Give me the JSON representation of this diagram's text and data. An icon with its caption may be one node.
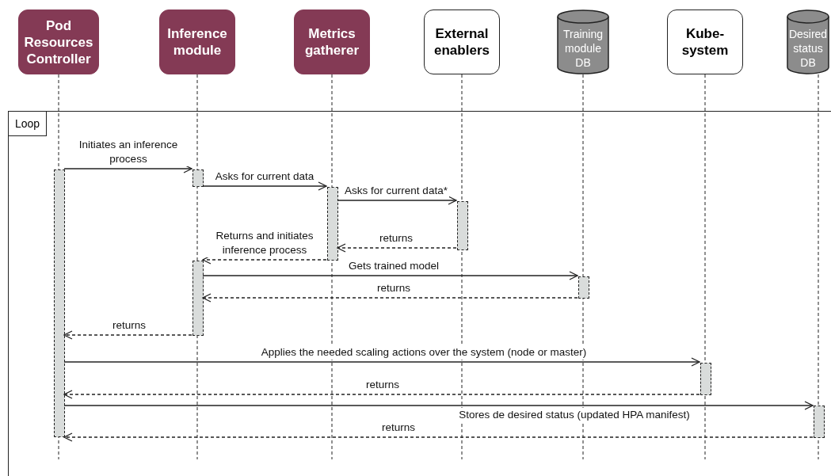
{
  "diagram": {
    "nodes": [
      {
        "text": [
          "Pod Resources Controller"
        ]
      },
      {
        "text": [
          "Inference module"
        ]
      },
      {
        "text": [
          "Metrics gatherer"
        ]
      },
      {
        "text": [
          "External enablers"
        ]
      },
      {
        "text": [
          "Training module DB"
        ]
      },
      {
        "text": [
          "Kube-system"
        ]
      },
      {
        "text": [
          "Desired status DB"
        ]
      },
      {
        "text": [
          "Loop"
        ]
      },
      {
        "text": [],
        "shape": "bar",
        "in": 7
      },
      {
        "text": [],
        "shape": "bar",
        "in": 7
      },
      {
        "text": [],
        "shape": "bar",
        "in": 7
      },
      {
        "text": [],
        "shape": "bar",
        "in": 7
      },
      {
        "text": [],
        "shape": "bar",
        "in": 7
      },
      {
        "text": [],
        "shape": "bar",
        "in": 7
      },
      {
        "text": [],
        "shape": "bar",
        "in": 7
      },
      {
        "text": [],
        "shape": "bar",
        "in": 7
      }
    ],
    "edges": [
      {
        "from": 8,
        "to": 9,
        "arrow": "to",
        "label": "Initiates an inference process"
      },
      {
        "from": 9,
        "to": 10,
        "arrow": "to",
        "label": "Asks for current data"
      },
      {
        "from": 10,
        "to": 11,
        "arrow": "to",
        "label": "Asks for current data*"
      },
      {
        "from": 11,
        "to": 10,
        "arrow": "to",
        "label": "returns",
        "style": "dashed"
      },
      {
        "from": 10,
        "to": 12,
        "arrow": "to",
        "label": "Returns and initiates inference process",
        "style": "dashed"
      },
      {
        "from": 12,
        "to": 13,
        "arrow": "to",
        "label": "Gets trained model"
      },
      {
        "from": 13,
        "to": 12,
        "arrow": "to",
        "label": "returns",
        "style": "dashed"
      },
      {
        "from": 12,
        "to": 8,
        "arrow": "to",
        "label": "returns",
        "style": "dashed"
      },
      {
        "from": 8,
        "to": 14,
        "arrow": "to",
        "label": "Applies the needed scaling actions over the system (node or master)"
      },
      {
        "from": 14,
        "to": 8,
        "arrow": "to",
        "label": "returns",
        "style": "dashed"
      },
      {
        "from": 8,
        "to": 15,
        "arrow": "to",
        "label": "Stores de desired status (updated HPA manifest)"
      },
      {
        "from": 15,
        "to": 8,
        "arrow": "to",
        "label": "returns",
        "style": "dashed"
      }
    ]
  }
}
